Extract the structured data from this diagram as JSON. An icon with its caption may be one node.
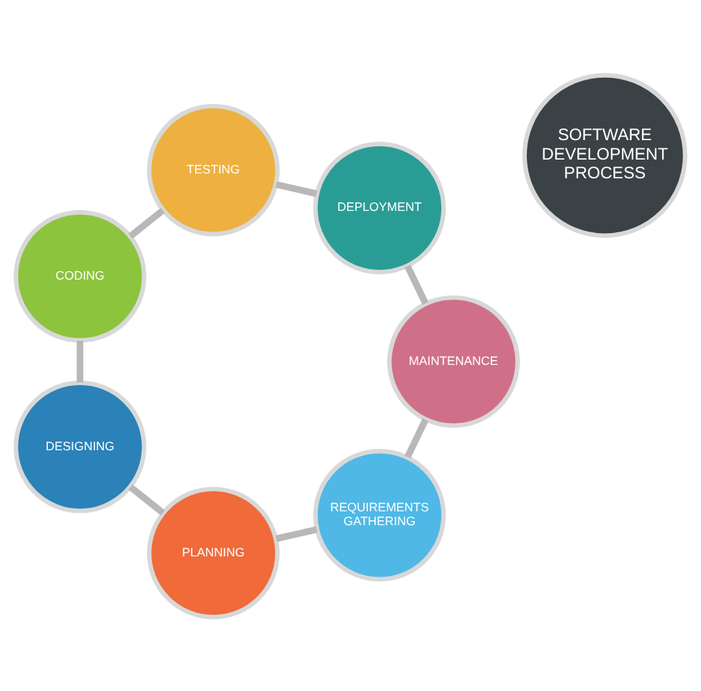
{
  "diagram": {
    "nodes": [
      {
        "text": [
          "SOFTWARE DEVELOPMENT PROCESS"
        ]
      },
      {
        "text": [
          "REQUIREMENTS GATHERING"
        ]
      },
      {
        "text": [
          "PLANNING"
        ]
      },
      {
        "text": [
          "DESIGNING"
        ]
      },
      {
        "text": [
          "CODING"
        ]
      },
      {
        "text": [
          "TESTING"
        ]
      },
      {
        "text": [
          "DEPLOYMENT"
        ]
      },
      {
        "text": [
          "MAINTENANCE"
        ]
      }
    ],
    "edges": [
      {
        "from": 1,
        "to": 2,
        "arrow": "none"
      },
      {
        "from": 2,
        "to": 3,
        "arrow": "none"
      },
      {
        "from": 3,
        "to": 4,
        "arrow": "none"
      },
      {
        "from": 4,
        "to": 5,
        "arrow": "none"
      },
      {
        "from": 5,
        "to": 6,
        "arrow": "none"
      },
      {
        "from": 6,
        "to": 7,
        "arrow": "none"
      },
      {
        "from": 7,
        "to": 1,
        "arrow": "none"
      }
    ]
  }
}
